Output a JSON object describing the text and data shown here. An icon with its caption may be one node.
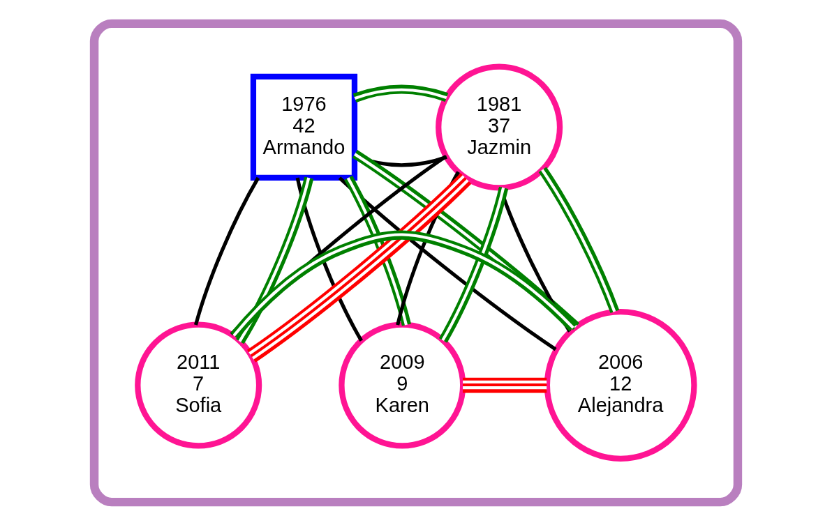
{
  "diagram": {
    "nodes": [
      {
        "text": [],
        "shape": "cloud"
      },
      {
        "text": [
          "1976",
          "42",
          "Armando"
        ],
        "in": 0
      },
      {
        "text": [
          "1981",
          "37",
          "Jazmin"
        ],
        "in": 0
      },
      {
        "text": [
          "2006",
          "12",
          "Alejandra"
        ],
        "in": 0
      },
      {
        "text": [
          "2009",
          "9",
          "Karen"
        ],
        "in": 0
      },
      {
        "text": [
          "2011",
          "7",
          "Sofia"
        ],
        "in": 0
      }
    ],
    "edges": [
      {
        "from": 1,
        "to": 2,
        "arrow": "none",
        "color": "#000000"
      },
      {
        "from": 1,
        "to": 3,
        "arrow": "none",
        "color": "#000000"
      },
      {
        "from": 1,
        "to": 4,
        "arrow": "none",
        "color": "#000000"
      },
      {
        "from": 1,
        "to": 5,
        "arrow": "none",
        "color": "#000000"
      },
      {
        "from": 2,
        "to": 3,
        "arrow": "none",
        "color": "#000000"
      },
      {
        "from": 2,
        "to": 4,
        "arrow": "none",
        "color": "#000000"
      },
      {
        "from": 2,
        "to": 5,
        "arrow": "none",
        "color": "#000000"
      },
      {
        "from": 1,
        "to": 2,
        "arrow": "none",
        "color": "#008000"
      },
      {
        "from": 1,
        "to": 3,
        "arrow": "none",
        "color": "#008000"
      },
      {
        "from": 1,
        "to": 4,
        "arrow": "none",
        "color": "#008000"
      },
      {
        "from": 1,
        "to": 5,
        "arrow": "none",
        "color": "#008000"
      },
      {
        "from": 2,
        "to": 3,
        "arrow": "none",
        "color": "#008000"
      },
      {
        "from": 2,
        "to": 4,
        "arrow": "none",
        "color": "#008000"
      },
      {
        "from": 3,
        "to": 5,
        "arrow": "none",
        "color": "#008000"
      },
      {
        "from": 3,
        "to": 4,
        "arrow": "none",
        "color": "#ff0000"
      },
      {
        "from": 2,
        "to": 5,
        "arrow": "none",
        "color": "#ff0000"
      }
    ]
  }
}
